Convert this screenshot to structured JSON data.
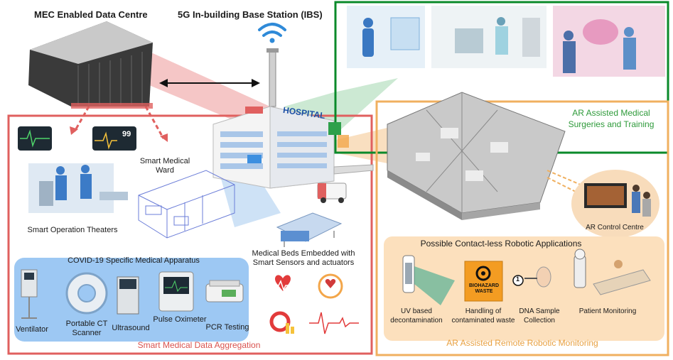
{
  "titles": {
    "mec": "MEC Enabled Data Centre",
    "ibs": "5G In-building Base Station (IBS)",
    "hospital_sign": "HOSPITAL"
  },
  "left_panel": {
    "smart_ward": "Smart Medical Ward",
    "operation_theaters": "Smart Operation Theaters",
    "beds": "Medical Beds Embedded with Smart Sensors and actuators",
    "footer": "Smart Medical Data Aggregation",
    "monitor_value": "99",
    "covid": {
      "title": "COVID-19 Specific Medical Apparatus",
      "items": [
        "Ventilator",
        "Portable CT Scanner",
        "Ultrasound",
        "Pulse Oximeter",
        "PCR Testing"
      ]
    }
  },
  "right_panel": {
    "ar_surgery": "AR Assisted Medical Surgeries and Training",
    "ar_control": "AR Control Centre",
    "robotic": {
      "title": "Possible Contact-less Robotic Applications",
      "items": [
        "UV based decontamination",
        "Handling of contaminated waste",
        "DNA Sample Collection",
        "Patient Monitoring"
      ],
      "biohazard_text": "BIOHAZARD WASTE",
      "dna_step": "1"
    },
    "footer": "AR Assisted Remote Robotic Monitoring"
  },
  "colors": {
    "red_frame": "#e0605f",
    "green_frame": "#0a8a2a",
    "orange_frame": "#f0b060",
    "covid_box": "#9dc8f3",
    "robot_box": "#fce0bd",
    "green_text": "#2e9a3a",
    "orange_text": "#e8a040",
    "red_text": "#d9534f"
  }
}
